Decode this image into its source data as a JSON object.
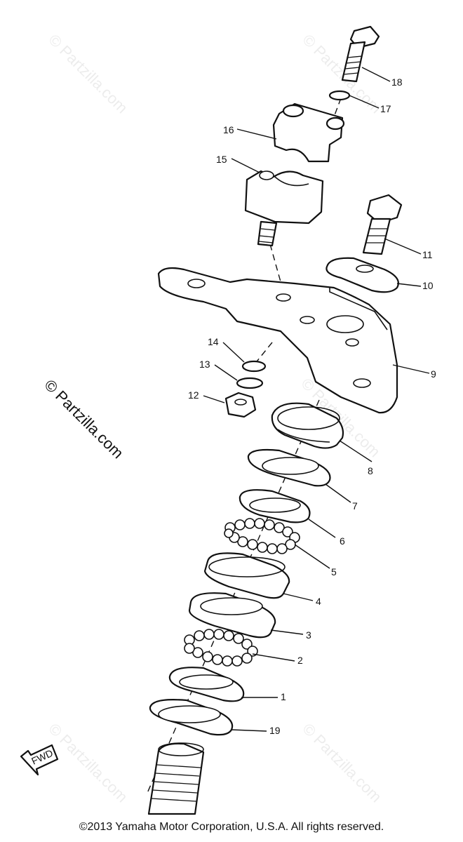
{
  "watermarks": {
    "main": "© Partzilla.com",
    "faint": "© Partzilla.com"
  },
  "parts": {
    "p1": "1",
    "p2": "2",
    "p3": "3",
    "p4": "4",
    "p5": "5",
    "p6": "6",
    "p7": "7",
    "p8": "8",
    "p9": "9",
    "p10": "10",
    "p11": "11",
    "p12": "12",
    "p13": "13",
    "p14": "14",
    "p15": "15",
    "p16": "16",
    "p17": "17",
    "p18": "18",
    "p19": "19"
  },
  "fwd_label": "FWD",
  "copyright": "©2013 Yamaha Motor Corporation, U.S.A. All rights reserved."
}
